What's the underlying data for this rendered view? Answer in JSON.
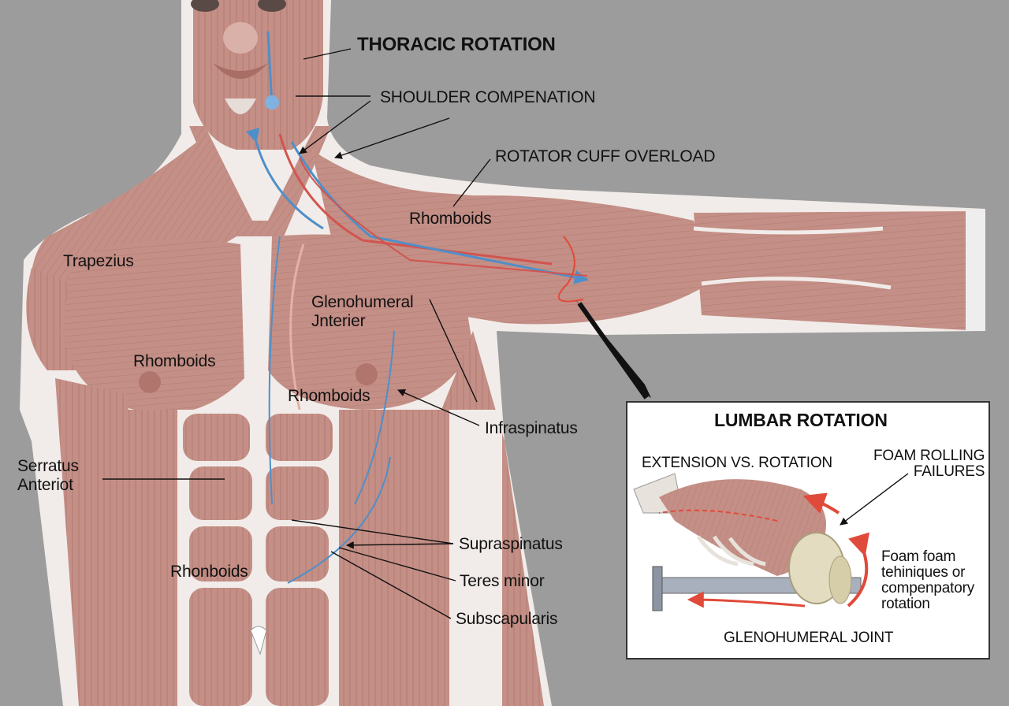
{
  "labels": {
    "thoracic_rotation": "THORACIC ROTATION",
    "shoulder_compenation": "SHOULDER COMPENATION",
    "rotator_cuff_overload": "ROTATOR CUFF OVERLOAD",
    "rhomboids_arm": "Rhomboids",
    "trapezius": "Trapezius",
    "glenohumeral_jnterier": "Glenohumeral\nJnterier",
    "rhomboids_left_chest": "Rhomboids",
    "rhomboids_chest": "Rhomboids",
    "infraspinatus": "Infraspinatus",
    "serratus_anteriot": "Serratus\nAnteriot",
    "supraspinatus": "Supraspinatus",
    "teres_minor": "Teres minor",
    "rhonboids": "Rhonboids",
    "subscapularis": "Subscapularis"
  },
  "inset": {
    "title": "LUMBAR ROTATION",
    "extension_vs_rotation": "EXTENSION VS. ROTATION",
    "foam_rolling_failures": "FOAM ROLLING\nFAILURES",
    "foam_note": "Foam foam\ntehiniques or\ncompenpatory\nrotation",
    "glenohumeral_joint": "GLENOHUMERAL JOINT"
  },
  "colors": {
    "background": "#9c9c9c",
    "muscle": "#c48f86",
    "muscle_dark": "#a86e66",
    "fascia": "#f1ece9",
    "nerve_blue": "#4f8fc9",
    "artery_red": "#d2544f",
    "pointer_arrow": "#e04a3a"
  }
}
